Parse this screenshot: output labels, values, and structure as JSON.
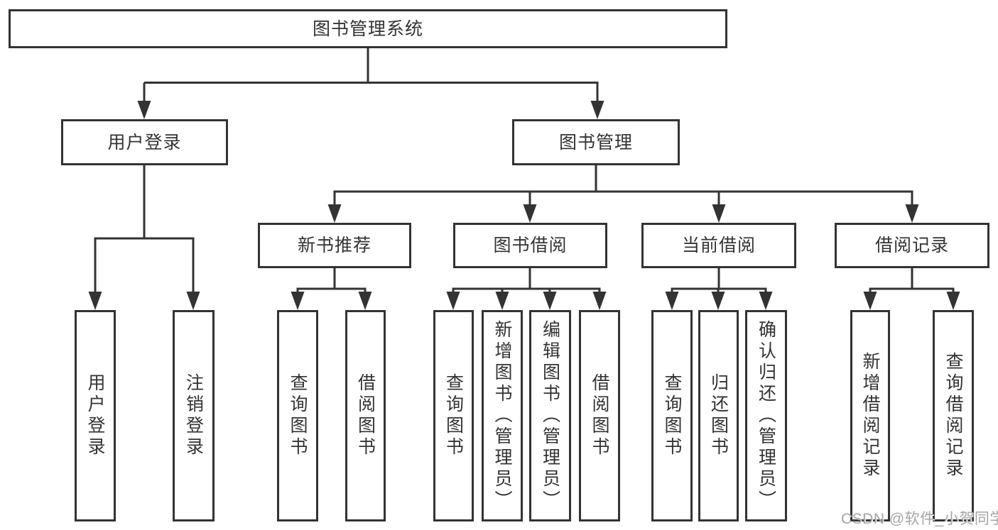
{
  "diagram_title": "图书管理系统",
  "tree": {
    "label": "图书管理系统",
    "children": [
      {
        "label": "用户登录",
        "children": [
          {
            "label": "用户登录"
          },
          {
            "label": "注销登录"
          }
        ]
      },
      {
        "label": "图书管理",
        "children": [
          {
            "label": "新书推荐",
            "children": [
              {
                "label": "查询图书"
              },
              {
                "label": "借阅图书"
              }
            ]
          },
          {
            "label": "图书借阅",
            "children": [
              {
                "label": "查询图书"
              },
              {
                "label": "新增图书（管理员）"
              },
              {
                "label": "编辑图书（管理员）"
              },
              {
                "label": "借阅图书"
              }
            ]
          },
          {
            "label": "当前借阅",
            "children": [
              {
                "label": "查询图书"
              },
              {
                "label": "归还图书"
              },
              {
                "label": "确认归还（管理员）"
              }
            ]
          },
          {
            "label": "借阅记录",
            "children": [
              {
                "label": "新增借阅记录"
              },
              {
                "label": "查询借阅记录"
              }
            ]
          }
        ]
      }
    ]
  },
  "watermark": {
    "text": "CSDN @软件_小贺同学"
  },
  "colors": {
    "background": "#ffffff",
    "line": "#333333",
    "box_border": "#333333",
    "text": "#333333",
    "watermark": "#a5a5a5"
  }
}
